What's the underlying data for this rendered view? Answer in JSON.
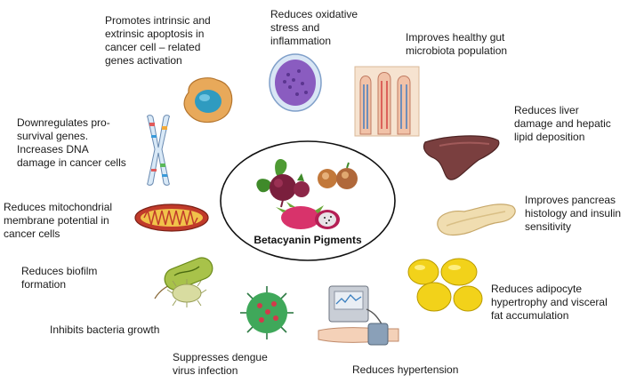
{
  "center": {
    "title": "Betacyanin Pigments"
  },
  "effects": [
    {
      "key": "apoptosis",
      "text": "Promotes intrinsic and\nextrinsic apoptosis in\ncancer cell – related\ngenes activation",
      "icon": "cancer-cell-icon"
    },
    {
      "key": "oxidative",
      "text": "Reduces oxidative\nstress and\ninflammation",
      "icon": "immune-cell-icon"
    },
    {
      "key": "gut",
      "text": "Improves healthy gut\nmicrobiota population",
      "icon": "intestinal-villi-icon"
    },
    {
      "key": "liver",
      "text": "Reduces liver\ndamage and hepatic\nlipid deposition",
      "icon": "liver-icon"
    },
    {
      "key": "pancreas",
      "text": "Improves pancreas\nhistology and insulin\nsensitivity",
      "icon": "pancreas-icon"
    },
    {
      "key": "adipocyte",
      "text": "Reduces adipocyte\nhypertrophy and visceral\nfat accumulation",
      "icon": "adipocyte-icon"
    },
    {
      "key": "hypertension",
      "text": "Reduces hypertension",
      "icon": "blood-pressure-monitor-icon"
    },
    {
      "key": "dengue",
      "text": "Suppresses dengue\nvirus infection",
      "icon": "virus-icon"
    },
    {
      "key": "bacteria",
      "text": "Inhibits bacteria growth",
      "icon": "bacteria-icon"
    },
    {
      "key": "biofilm",
      "text": "Reduces biofilm\nformation",
      "icon": "biofilm-icon"
    },
    {
      "key": "mitochondria",
      "text": "Reduces mitochondrial\nmembrane potential in\ncancer cells",
      "icon": "mitochondrion-icon"
    },
    {
      "key": "prosurvival",
      "text": "Downregulates pro-\nsurvival genes.\nIncreases DNA\ndamage in cancer cells",
      "icon": "chromosome-icon"
    }
  ],
  "colors": {
    "beet": "#7a1f3d",
    "leaf": "#3f8a2a",
    "dragonfruit": "#d8336b",
    "cancer_cell": "#e8a95a",
    "nucleus": "#2f9bc0",
    "immune_cell": "#8a5cc0",
    "liver": "#7a3f3f",
    "pancreas": "#f0ddb0",
    "adipocyte": "#f2d21a",
    "virus": "#3fa85a",
    "mitochondrion": "#e0a21a",
    "bacteria": "#a8c24a"
  }
}
